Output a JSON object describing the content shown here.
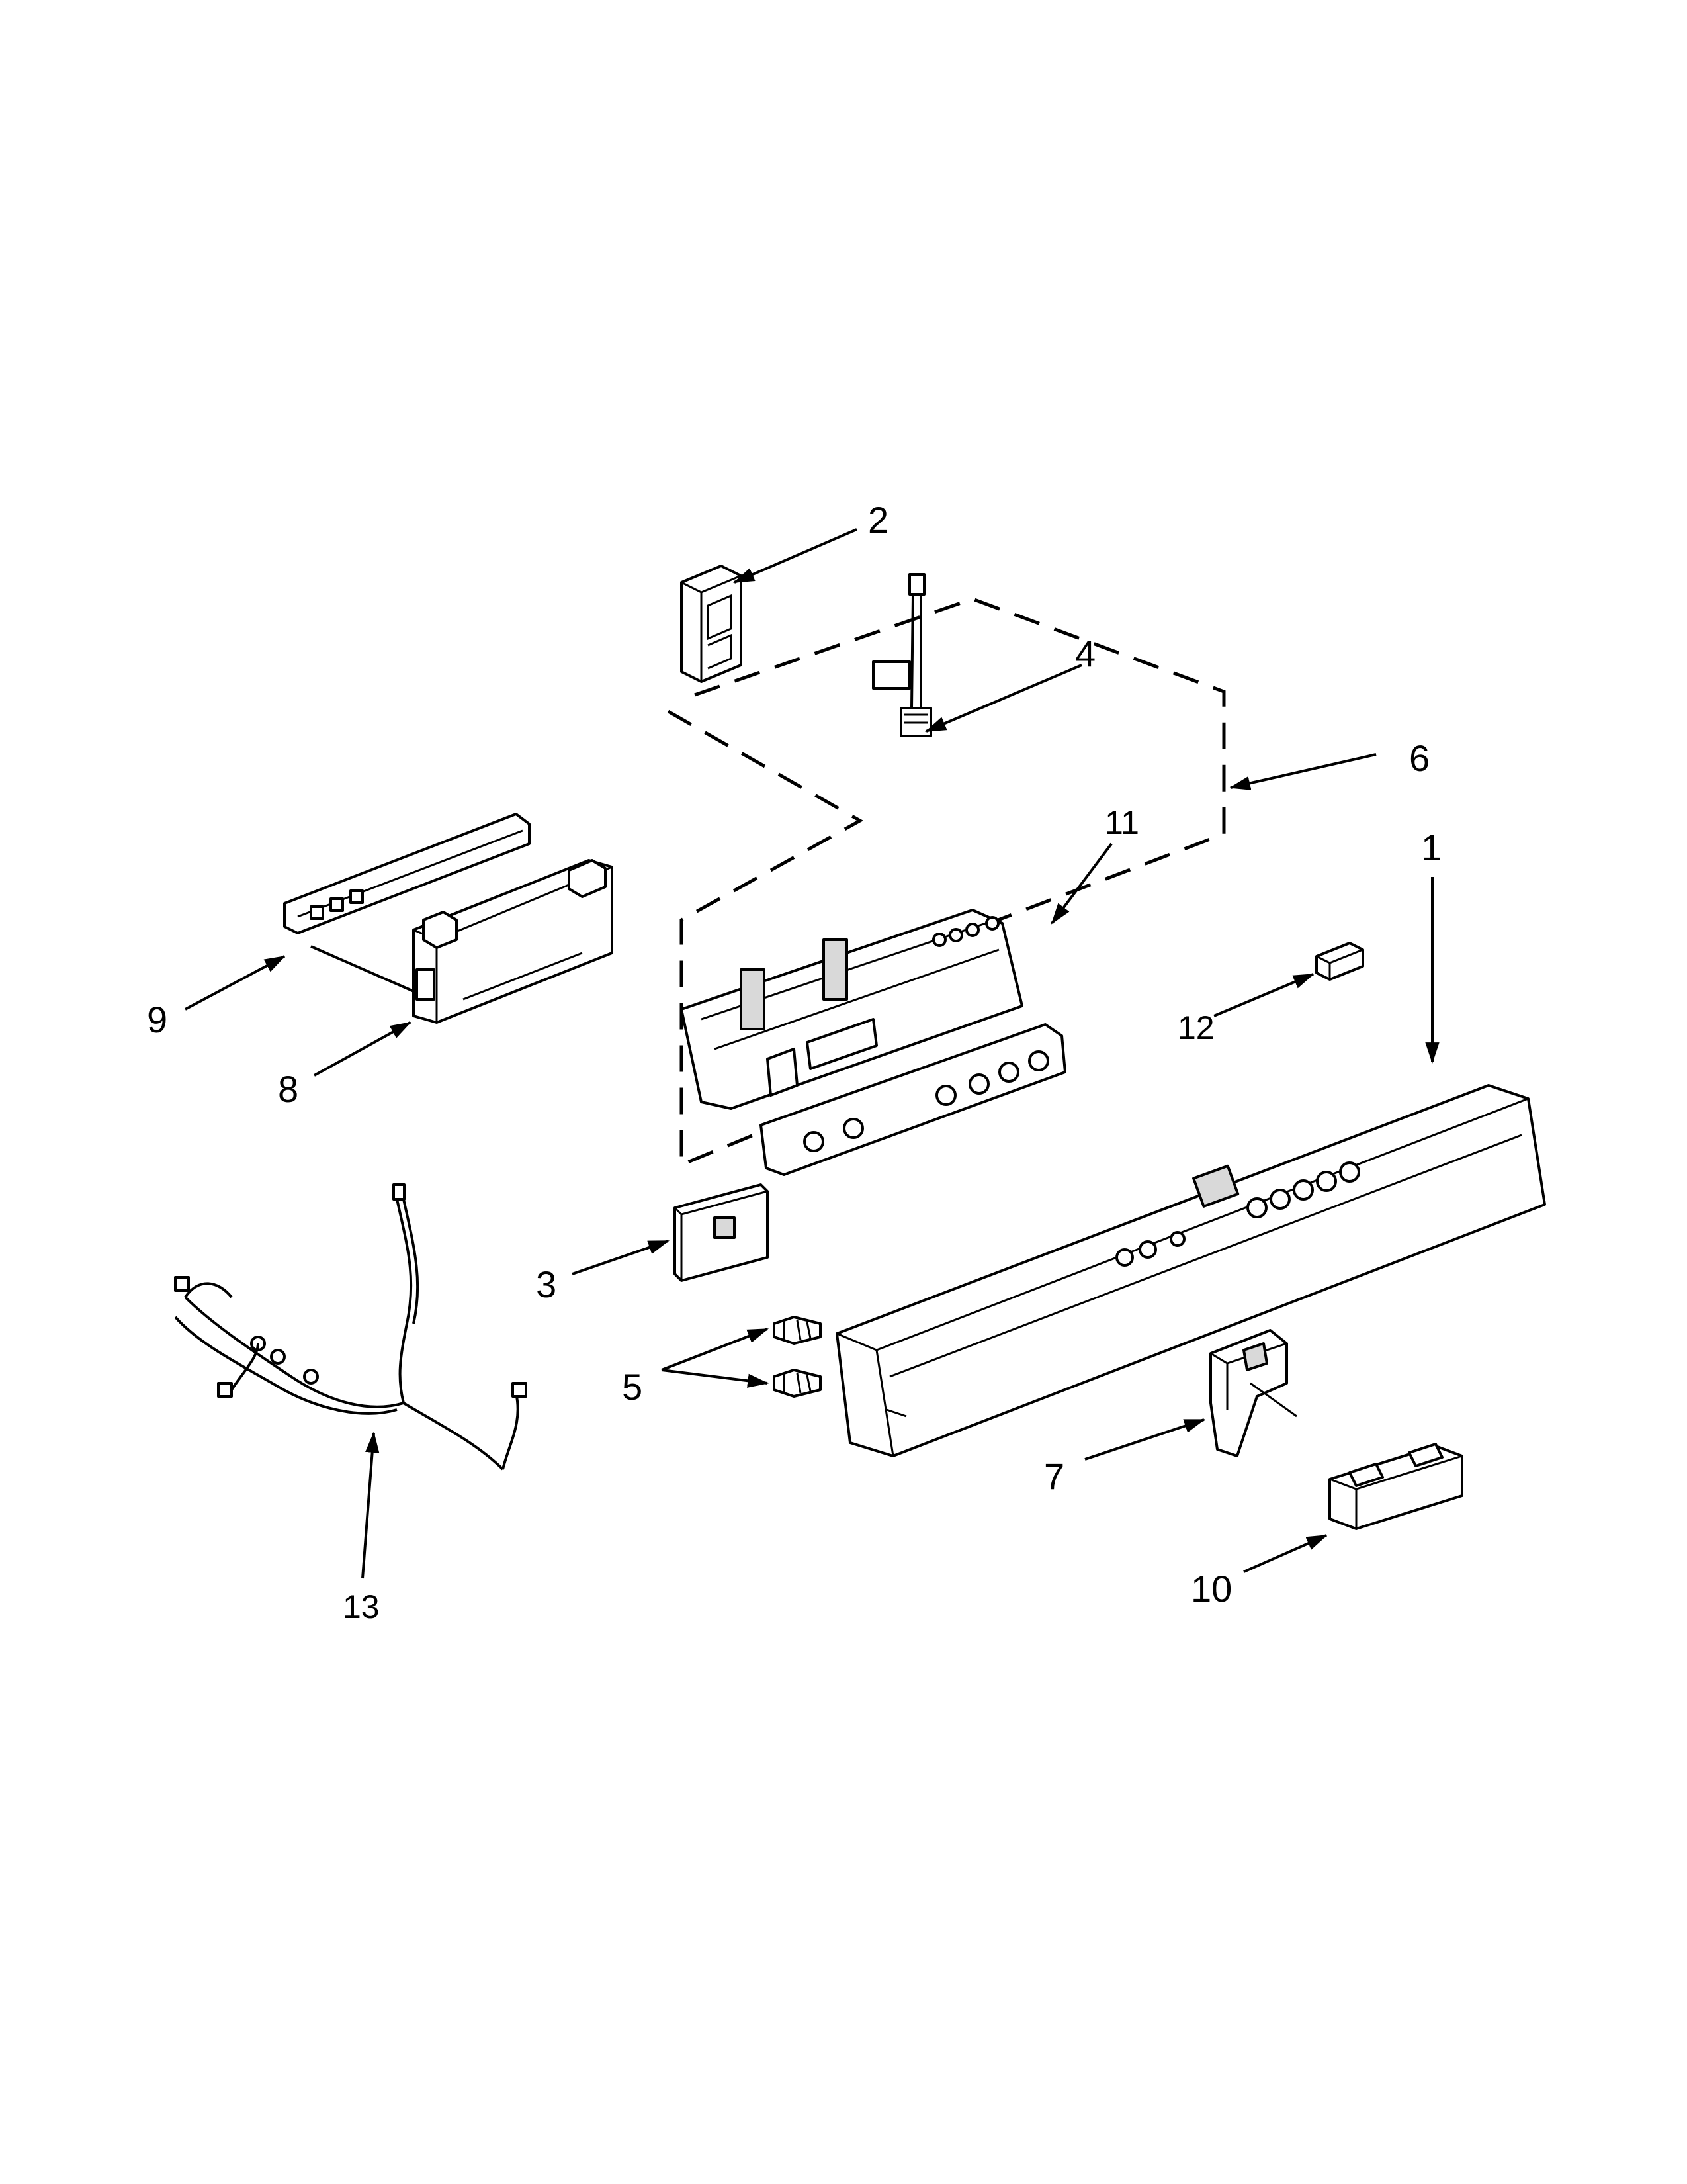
{
  "callouts": {
    "c1": "1",
    "c2": "2",
    "c3": "3",
    "c4": "4",
    "c5": "5",
    "c6": "6",
    "c7": "7",
    "c8": "8",
    "c9": "9",
    "c10": "10",
    "c11": "11",
    "c12": "12",
    "c13": "13"
  },
  "icons": {
    "arrowhead": "arrowhead-icon"
  }
}
